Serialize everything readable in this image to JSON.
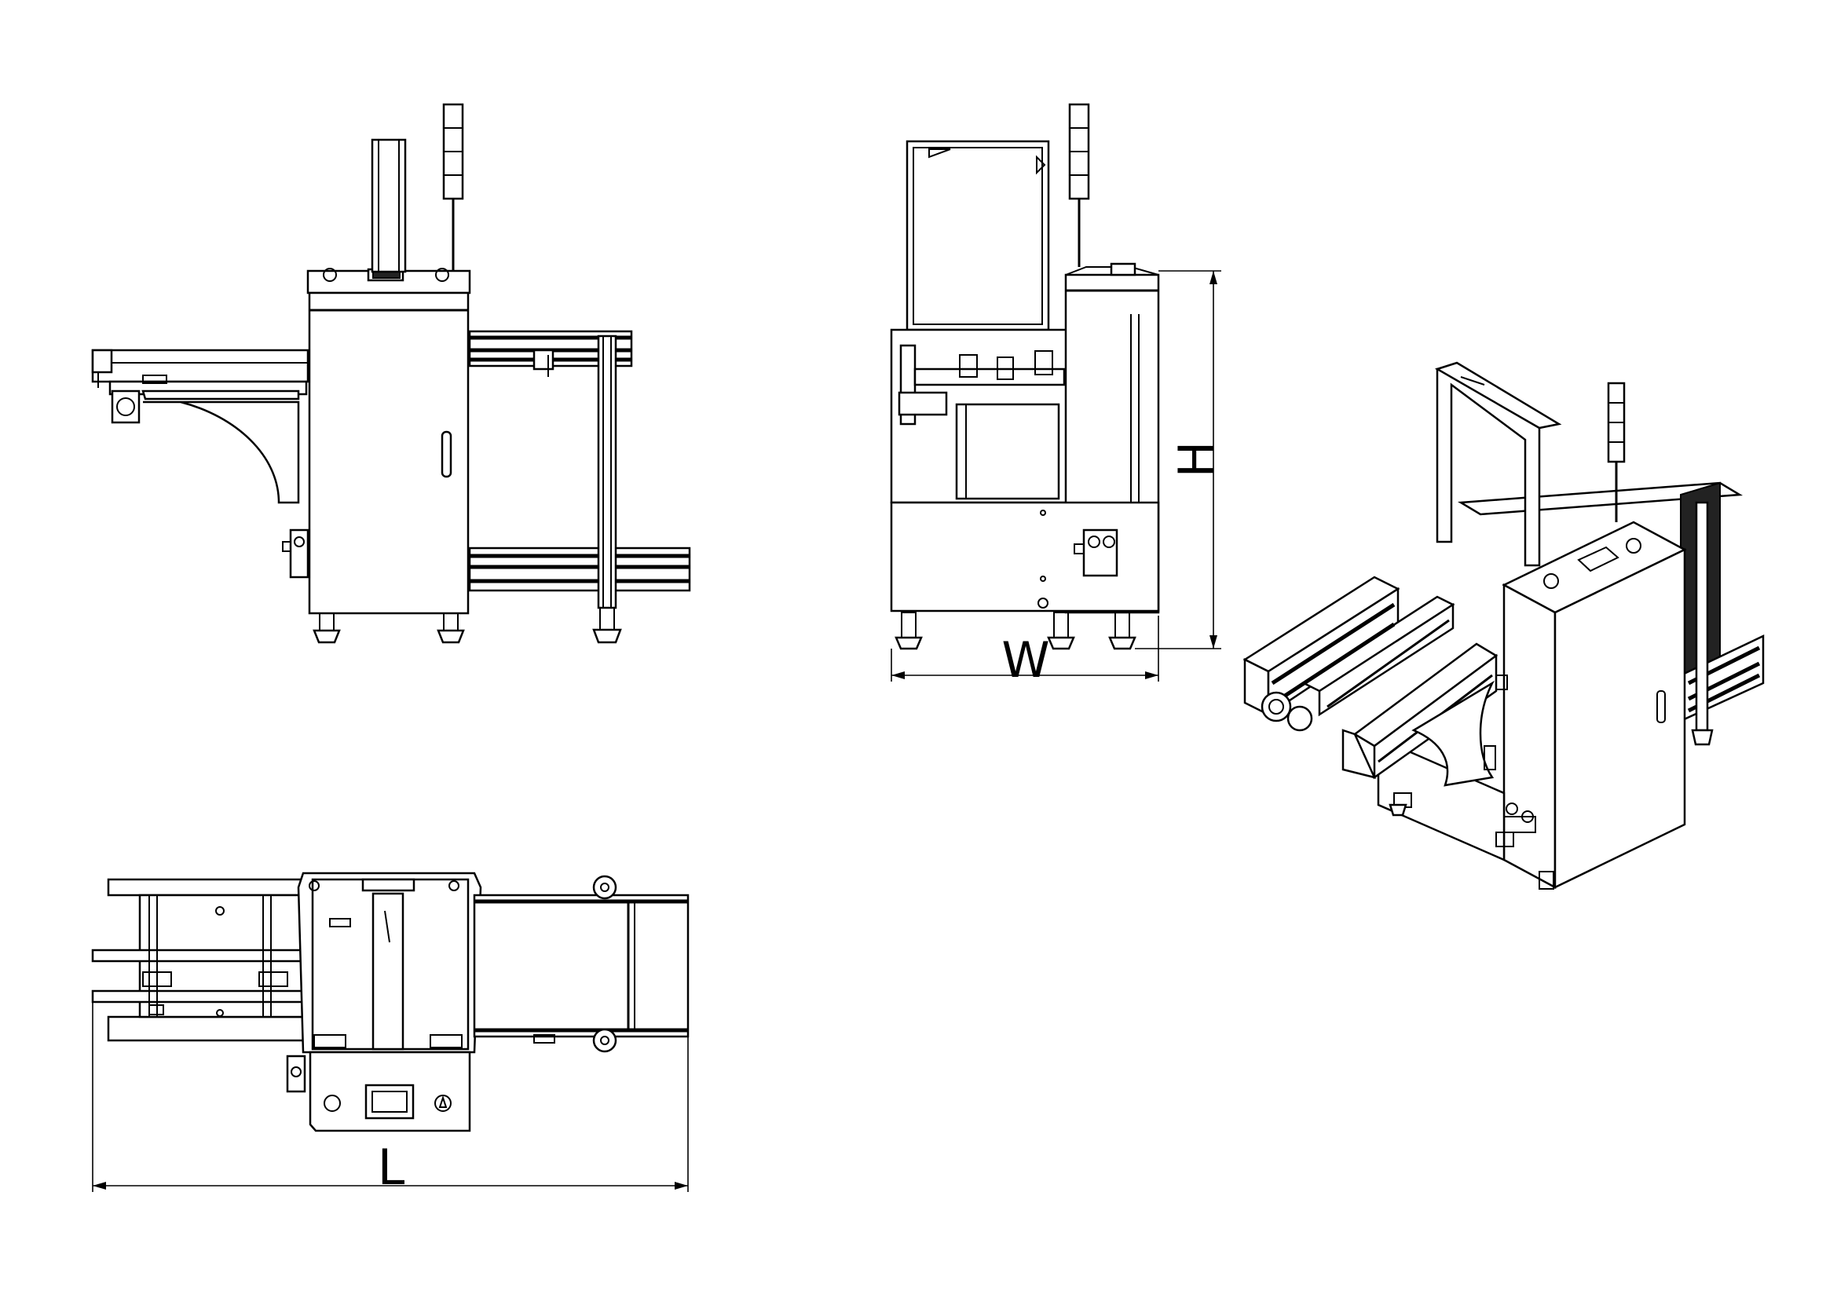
{
  "dimensions": {
    "length_label": "L",
    "width_label": "W",
    "height_label": "H"
  },
  "views": [
    "front-view",
    "side-view",
    "isometric-view",
    "top-view"
  ]
}
